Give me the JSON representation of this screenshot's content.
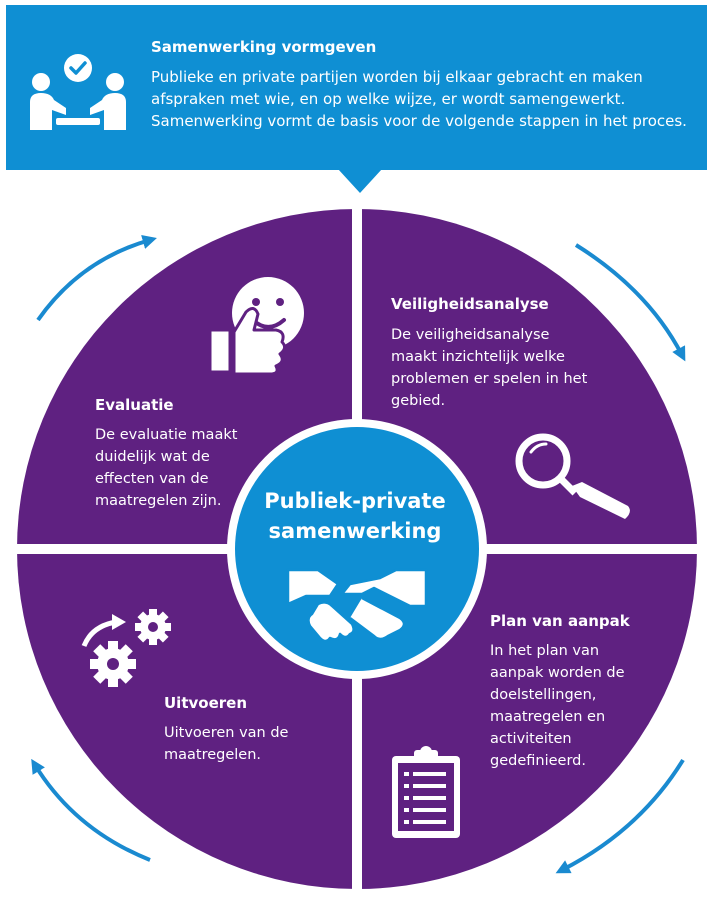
{
  "banner": {
    "title": "Samenwerking vormgeven",
    "body": "Publieke en private partijen worden bij elkaar gebracht en maken afspraken met wie, en op welke wijze, er wordt samengewerkt. Samenwerking vormt de basis voor de volgende stappen in het proces.",
    "icon": "meeting-people-check-icon",
    "color": "#0f8fd3"
  },
  "center": {
    "title": "Publiek-private samenwerking",
    "icon": "handshake-icon",
    "color": "#0f8fd3"
  },
  "quadrants": [
    {
      "id": "evaluatie",
      "title": "Evaluatie",
      "body": "De evaluatie maakt duidelijk wat de effecten van de maatregelen zijn.",
      "icon": "thumbs-up-smiley-icon"
    },
    {
      "id": "veiligheidsanalyse",
      "title": "Veiligheidsanalyse",
      "body": "De veiligheidsanalyse maakt inzichtelijk welke problemen er spelen in het gebied.",
      "icon": "magnifying-glass-icon"
    },
    {
      "id": "plan-van-aanpak",
      "title": "Plan van aanpak",
      "body": "In het plan van aanpak worden de doelstellingen, maatregelen en activiteiten gedefinieerd.",
      "icon": "clipboard-checklist-icon"
    },
    {
      "id": "uitvoeren",
      "title": "Uitvoeren",
      "body": "Uitvoeren van de maatregelen.",
      "icon": "gears-icon"
    }
  ],
  "colors": {
    "wheel": "#5f2181",
    "divider": "#ffffff",
    "arrows": "#1a8ad0"
  }
}
